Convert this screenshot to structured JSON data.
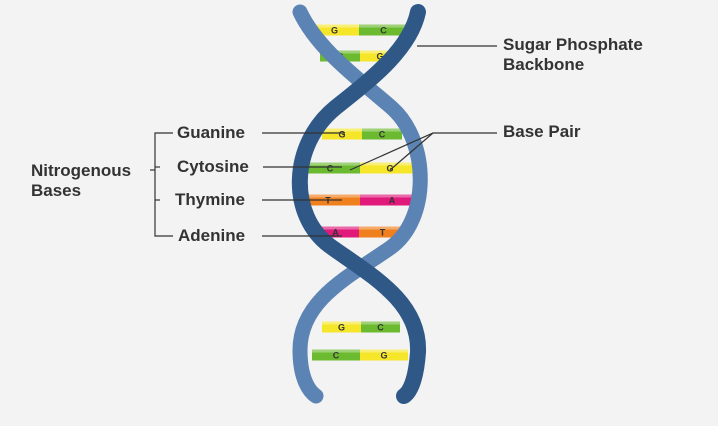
{
  "labels": {
    "nitrogenous_line1": "Nitrogenous",
    "nitrogenous_line2": "Bases",
    "guanine": "Guanine",
    "cytosine": "Cytosine",
    "thymine": "Thymine",
    "adenine": "Adenine",
    "sugar_line1": "Sugar Phosphate",
    "sugar_line2": "Backbone",
    "base_pair": "Base Pair"
  },
  "base_pairs": [
    {
      "left": "G",
      "right": "C",
      "left_color": "#f5e62a",
      "right_color": "#6cba2f"
    },
    {
      "left": "C",
      "right": "G",
      "left_color": "#6cba2f",
      "right_color": "#f5e62a"
    },
    {
      "left": "G",
      "right": "C",
      "left_color": "#f5e62a",
      "right_color": "#6cba2f"
    },
    {
      "left": "C",
      "right": "G",
      "left_color": "#6cba2f",
      "right_color": "#f5e62a"
    },
    {
      "left": "T",
      "right": "A",
      "left_color": "#f07f1e",
      "right_color": "#e0197a"
    },
    {
      "left": "A",
      "right": "T",
      "left_color": "#e0197a",
      "right_color": "#f07f1e"
    },
    {
      "left": "G",
      "right": "C",
      "left_color": "#f5e62a",
      "right_color": "#6cba2f"
    },
    {
      "left": "C",
      "right": "G",
      "left_color": "#6cba2f",
      "right_color": "#f5e62a"
    }
  ],
  "colors": {
    "backbone_dark": "#2f5887",
    "backbone_light": "#5b83b3",
    "line": "#333333",
    "text": "#333333",
    "background": "#f3f3f3"
  }
}
